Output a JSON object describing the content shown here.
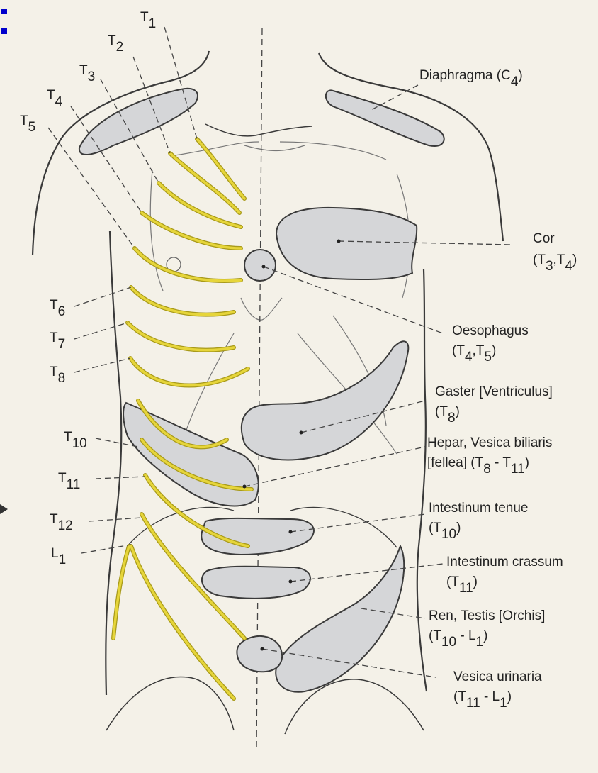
{
  "colors": {
    "paper": "#f4f1e8",
    "outline": "#3a3a3a",
    "organ_fill": "#d5d6d8",
    "nerve": "#e6d53a",
    "nerve_edge": "#a89a1a",
    "guide": "#444444"
  },
  "markers": [
    "blue-square-bullet",
    "blue-square-bullet",
    "triangle-pointer"
  ],
  "nerve_labels": [
    {
      "id": "t1",
      "base": "T",
      "sub": "1"
    },
    {
      "id": "t2",
      "base": "T",
      "sub": "2"
    },
    {
      "id": "t3",
      "base": "T",
      "sub": "3"
    },
    {
      "id": "t4",
      "base": "T",
      "sub": "4"
    },
    {
      "id": "t5",
      "base": "T",
      "sub": "5"
    },
    {
      "id": "t6",
      "base": "T",
      "sub": "6"
    },
    {
      "id": "t7",
      "base": "T",
      "sub": "7"
    },
    {
      "id": "t8",
      "base": "T",
      "sub": "8"
    },
    {
      "id": "t10",
      "base": "T",
      "sub": "10"
    },
    {
      "id": "t11",
      "base": "T",
      "sub": "11"
    },
    {
      "id": "t12",
      "base": "T",
      "sub": "12"
    },
    {
      "id": "l1",
      "base": "L",
      "sub": "1"
    }
  ],
  "organ_labels": {
    "diaphragma": {
      "name": "Diaphragma (C",
      "sub": "4",
      "close": ")"
    },
    "cor": {
      "name": "Cor",
      "seg": "(T",
      "sub1": "3",
      "mid": ",T",
      "sub2": "4",
      "close": ")"
    },
    "oesophagus": {
      "name": "Oesophagus",
      "seg": "(T",
      "sub1": "4",
      "mid": ",T",
      "sub2": "5",
      "close": ")"
    },
    "gaster": {
      "name": "Gaster [Ventriculus]",
      "seg": "(T",
      "sub": "8",
      "close": ")"
    },
    "hepar": {
      "name": "Hepar, Vesica biliaris",
      "line2": "[fellea]  (T",
      "sub1": "8",
      "mid": " - T",
      "sub2": "11",
      "close": ")"
    },
    "intestinum_tenue": {
      "name": "Intestinum tenue",
      "seg": "(T",
      "sub": "10",
      "close": ")"
    },
    "intestinum_crassum": {
      "name": "Intestinum crassum",
      "seg": "(T",
      "sub": "11",
      "close": ")"
    },
    "ren": {
      "name": "Ren, Testis [Orchis]",
      "seg": "(T",
      "sub1": "10",
      "mid": " - L",
      "sub2": "1",
      "close": ")"
    },
    "vesica": {
      "name": "Vesica urinaria",
      "seg": "(T",
      "sub1": "11",
      "mid": " - L",
      "sub2": "1",
      "close": ")"
    }
  }
}
